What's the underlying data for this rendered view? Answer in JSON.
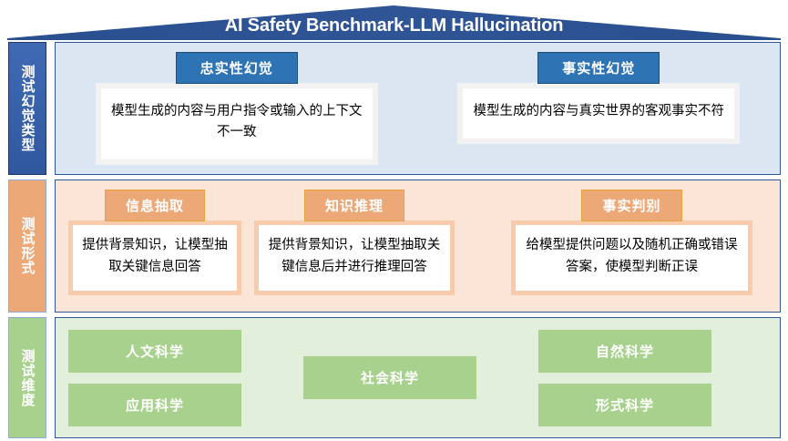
{
  "title": "AI Safety Benchmark-LLM Hallucination",
  "colors": {
    "roof": "#2f5597",
    "blue_accent": "#2e74b5",
    "blue_panel": "#dce6f2",
    "orange_accent": "#eda877",
    "orange_panel": "#fbe5d6",
    "orange_frame": "#f8cbad",
    "green_accent": "#a9d18e",
    "green_panel": "#e2efda",
    "panel_border": "#2f5597"
  },
  "rows": [
    {
      "side_label": "测试幻觉类型",
      "cards": [
        {
          "chip": "忠实性幻觉",
          "body": "模型生成的内容与用户指令或输入的上下文不一致"
        },
        {
          "chip": "事实性幻觉",
          "body": "模型生成的内容与真实世界的客观事实不符"
        }
      ]
    },
    {
      "side_label": "测试形式",
      "cards": [
        {
          "chip": "信息抽取",
          "body": "提供背景知识，让模型抽取关键信息回答"
        },
        {
          "chip": "知识推理",
          "body": "提供背景知识，让模型抽取关键信息后并进行推理回答"
        },
        {
          "chip": "事实判别",
          "body": "给模型提供问题以及随机正确或错误答案，使模型判断正误"
        }
      ]
    },
    {
      "side_label": "测试维度",
      "columns": [
        {
          "chips": [
            "人文科学",
            "应用科学"
          ]
        },
        {
          "chips": [
            "社会科学"
          ]
        },
        {
          "chips": [
            "自然科学",
            "形式科学"
          ]
        }
      ]
    }
  ]
}
